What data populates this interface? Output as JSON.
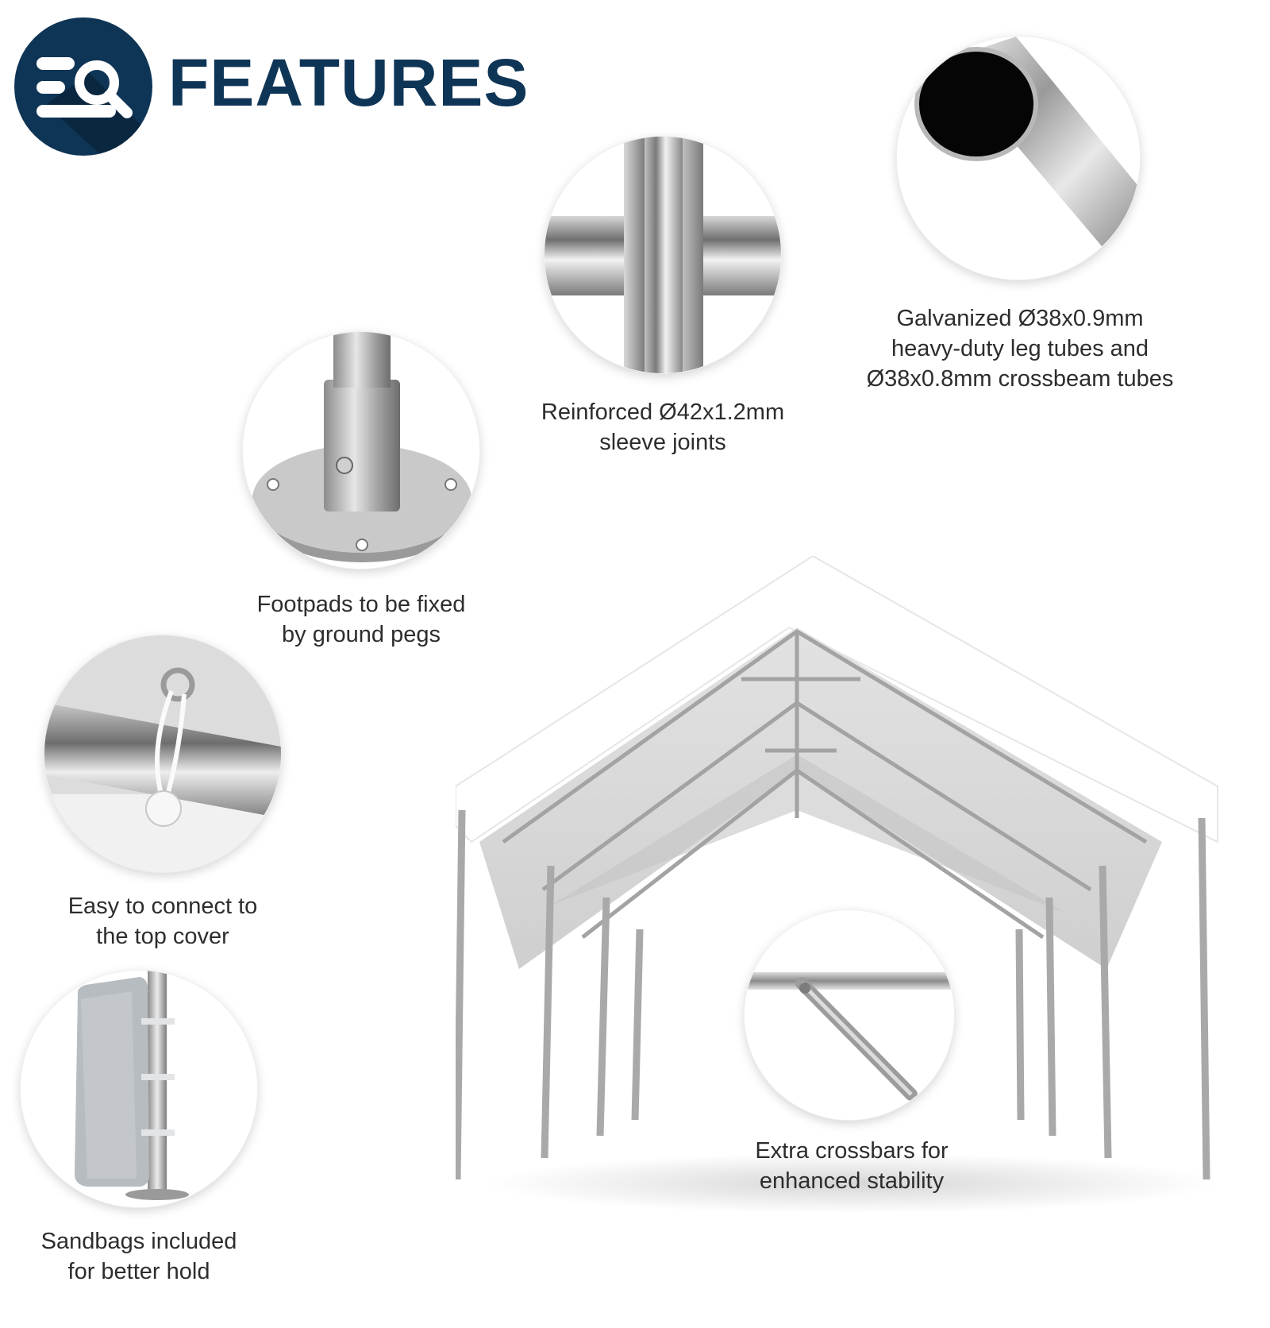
{
  "header": {
    "title": "FEATURES",
    "icon": "search-list-icon",
    "brand_color": "#0f3556"
  },
  "features": [
    {
      "id": "tubes",
      "icon": "steel-tube-icon",
      "lines": [
        "Galvanized Ø38x0.9mm",
        "heavy-duty leg tubes and",
        "Ø38x0.8mm crossbeam tubes"
      ]
    },
    {
      "id": "sleeve",
      "icon": "sleeve-joint-icon",
      "lines": [
        "Reinforced Ø42x1.2mm",
        "sleeve joints"
      ]
    },
    {
      "id": "footpad",
      "icon": "footpad-icon",
      "lines": [
        "Footpads to be fixed",
        "by ground pegs"
      ]
    },
    {
      "id": "connect",
      "icon": "bungee-cord-icon",
      "lines": [
        "Easy to connect to",
        "the top cover"
      ]
    },
    {
      "id": "sandbag",
      "icon": "sandbag-icon",
      "lines": [
        "Sandbags included",
        "for better hold"
      ]
    },
    {
      "id": "crossbar",
      "icon": "crossbar-icon",
      "lines": [
        "Extra crossbars for",
        "enhanced stability"
      ]
    }
  ]
}
